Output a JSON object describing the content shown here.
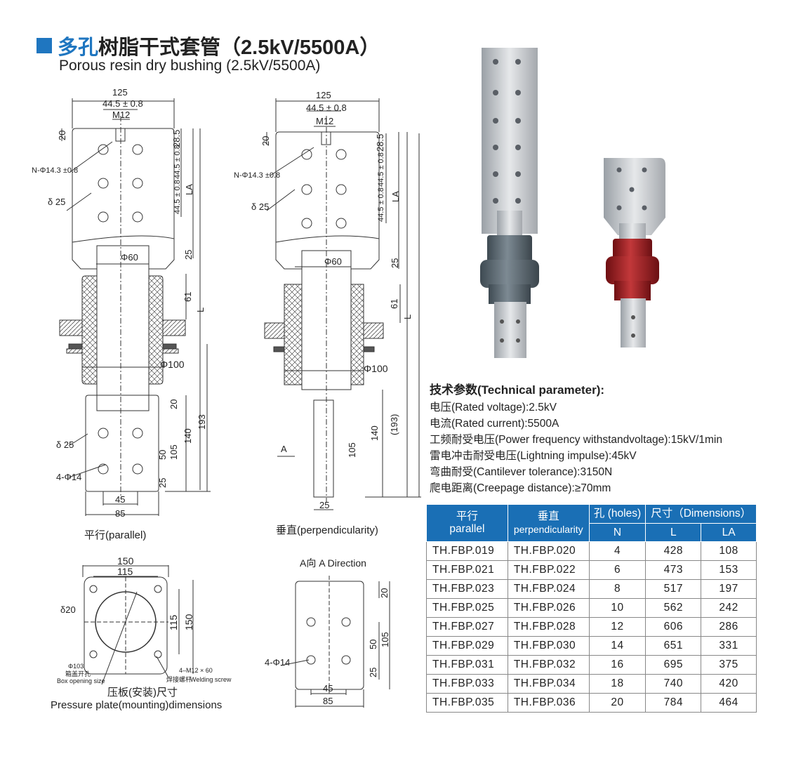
{
  "title": {
    "cn_blue": "多孔",
    "cn_rest": "树脂干式套管（2.5kV/5500A）",
    "en": "Porous resin dry bushing (2.5kV/5500A)"
  },
  "drawing_parallel": {
    "caption": "平行(parallel)",
    "labels": {
      "w125": "125",
      "w445": "44.5 ± 0.8",
      "m12": "M12",
      "d20": "20",
      "hole": "N-Φ14.3 ±0.8",
      "delta": "δ 25",
      "d285": "28.5",
      "p1": "44.5 ± 0.8",
      "p2": "44.5 ± 0.8",
      "la": "LA",
      "d25": "25",
      "phi60": "Φ60",
      "d61": "61",
      "l": "L",
      "phi100": "Φ100",
      "b20": "20",
      "delta2": "δ 25",
      "b140": "140",
      "b193": "193",
      "b50": "50",
      "b105": "105",
      "hole4": "4-Φ14",
      "b25": "25",
      "b45": "45",
      "b85": "85"
    }
  },
  "drawing_perp": {
    "caption": "垂直(perpendicularity)",
    "labels": {
      "w125": "125",
      "w445": "44.5 ± 0.8",
      "m12": "M12",
      "d20": "20",
      "hole": "N-Φ14.3 ±0.8",
      "delta": "δ 25",
      "d285": "28.5",
      "p1": "44.5 ± 0.8",
      "p2": "44.5 ± 0.8",
      "la": "LA",
      "d25": "25",
      "phi60": "Φ60",
      "d61": "61",
      "l": "L",
      "phi100": "Φ100",
      "b140": "140",
      "b193": "(193)",
      "b105": "105",
      "a": "A",
      "b25": "25"
    }
  },
  "drawing_plate": {
    "caption_cn": "压板(安装)尺寸",
    "caption_en": "Pressure plate(mounting)dimensions",
    "labels": {
      "w150": "150",
      "w115": "115",
      "delta": "δ20",
      "h115": "115",
      "h150": "150",
      "phi": "Φ103",
      "box_cn": "箱盖开孔",
      "box_en": "Box opening size",
      "screw": "4–M12 × 60",
      "weld_cn": "焊接螺杆",
      "weld_en": "Welding screw"
    }
  },
  "drawing_a": {
    "caption": "A向  A Direction",
    "labels": {
      "d20": "20",
      "d50": "50",
      "d105": "105",
      "d25": "25",
      "hole": "4-Φ14",
      "w45": "45",
      "w85": "85"
    }
  },
  "params": {
    "heading": "技术参数(Technical parameter):",
    "lines": [
      "电压(Rated voltage):2.5kV",
      "电流(Rated current):5500A",
      "工频耐受电压(Power frequency withstandvoltage):15kV/1min",
      "雷电冲击耐受电压(Lightning impulse):45kV",
      "弯曲耐受(Cantilever tolerance):3150N",
      "爬电距离(Creepage distance):≥70mm"
    ]
  },
  "table": {
    "h_parallel_cn": "平行",
    "h_parallel_en": "parallel",
    "h_perp_cn": "垂直",
    "h_perp_en": "perpendicularity",
    "h_holes": "孔 (holes)",
    "h_dims": "尺寸（Dimensions）",
    "h_n": "N",
    "h_l": "L",
    "h_la": "LA",
    "rows": [
      [
        "TH.FBP.019",
        "TH.FBP.020",
        "4",
        "428",
        "108"
      ],
      [
        "TH.FBP.021",
        "TH.FBP.022",
        "6",
        "473",
        "153"
      ],
      [
        "TH.FBP.023",
        "TH.FBP.024",
        "8",
        "517",
        "197"
      ],
      [
        "TH.FBP.025",
        "TH.FBP.026",
        "10",
        "562",
        "242"
      ],
      [
        "TH.FBP.027",
        "TH.FBP.028",
        "12",
        "606",
        "286"
      ],
      [
        "TH.FBP.029",
        "TH.FBP.030",
        "14",
        "651",
        "331"
      ],
      [
        "TH.FBP.031",
        "TH.FBP.032",
        "16",
        "695",
        "375"
      ],
      [
        "TH.FBP.033",
        "TH.FBP.034",
        "18",
        "740",
        "420"
      ],
      [
        "TH.FBP.035",
        "TH.FBP.036",
        "20",
        "784",
        "464"
      ]
    ]
  },
  "colors": {
    "accent": "#1a6fb5",
    "red_bushing": "#a81d22",
    "grey_bushing": "#5f6c75"
  }
}
